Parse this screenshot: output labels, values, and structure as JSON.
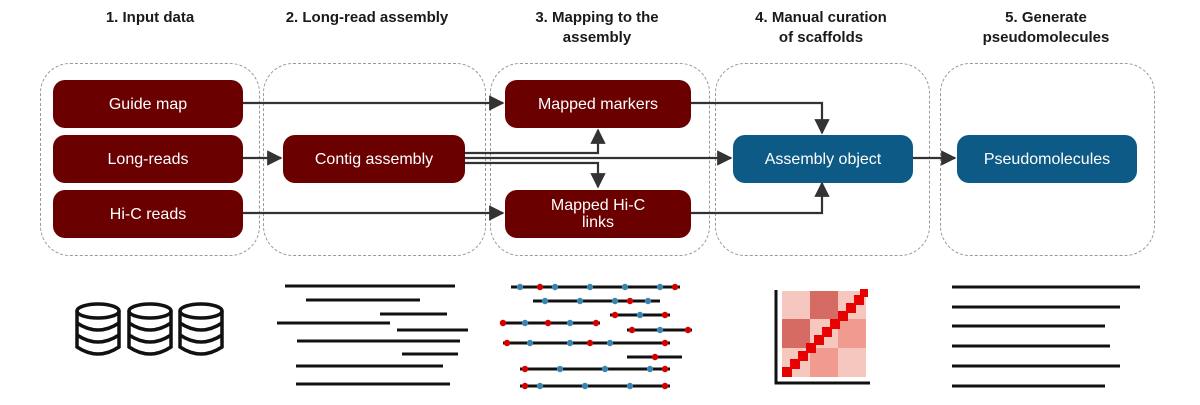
{
  "steps": [
    {
      "title": "1. Input data"
    },
    {
      "title": "2. Long-read assembly"
    },
    {
      "title": "3. Mapping to the\nassembly"
    },
    {
      "title": "4. Manual curation\nof scaffolds"
    },
    {
      "title": "5. Generate\npseudomolecules"
    }
  ],
  "nodes": {
    "guide_map": "Guide map",
    "long_reads": "Long-reads",
    "hic_reads": "Hi-C reads",
    "contig_assembly": "Contig assembly",
    "mapped_markers": "Mapped markers",
    "mapped_hic_links": "Mapped Hi-C\nlinks",
    "assembly_object": "Assembly object",
    "pseudomolecules": "Pseudomolecules"
  },
  "colors": {
    "dark_node": "#6a0000",
    "blue_node": "#0d5a86",
    "marker_blue": "#3a86b0",
    "link_red": "#d40000",
    "heat_light": "#f6c7bf",
    "heat_mid": "#f09a90",
    "heat_dark": "#d56b62"
  },
  "icons": [
    "database-icon",
    "reads-icon",
    "mapped-reads-icon",
    "contact-heatmap-icon",
    "sequence-lines-icon"
  ]
}
